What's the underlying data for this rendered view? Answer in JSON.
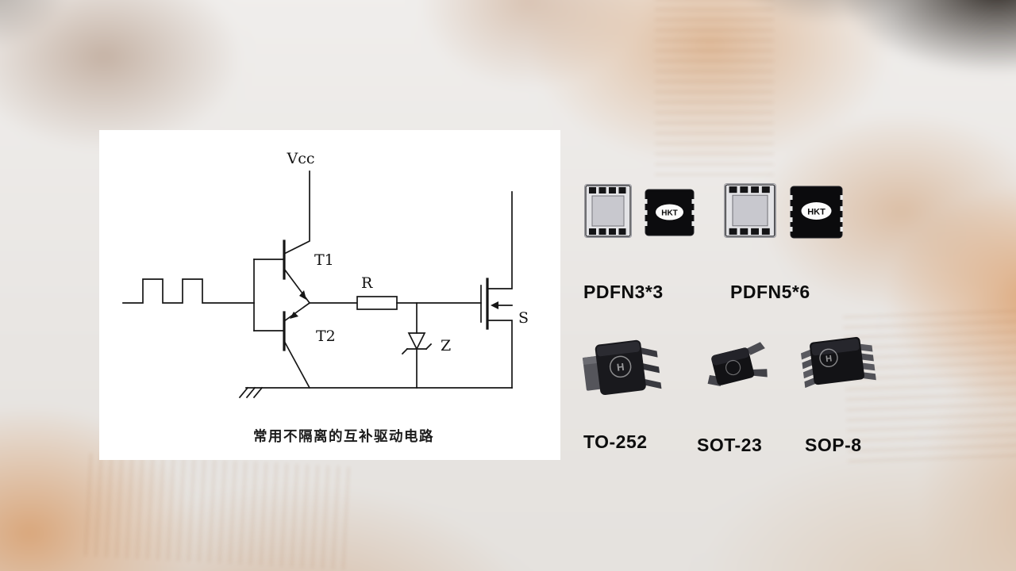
{
  "schematic": {
    "caption": "常用不隔离的互补驱动电路",
    "labels": {
      "vcc": "Vcc",
      "t1": "T1",
      "t2": "T2",
      "r": "R",
      "z": "Z",
      "s": "S"
    }
  },
  "packages": {
    "brand": "HKT",
    "brand_mark": "H",
    "row1": [
      {
        "label": "PDFN3*3"
      },
      {
        "label": "PDFN5*6"
      }
    ],
    "row2": [
      {
        "label": "TO-252"
      },
      {
        "label": "SOT-23"
      },
      {
        "label": "SOP-8"
      }
    ]
  },
  "colors": {
    "accent_orange": "#c9792b",
    "panel": "#ffffff",
    "label_text": "#0d0d0d"
  }
}
